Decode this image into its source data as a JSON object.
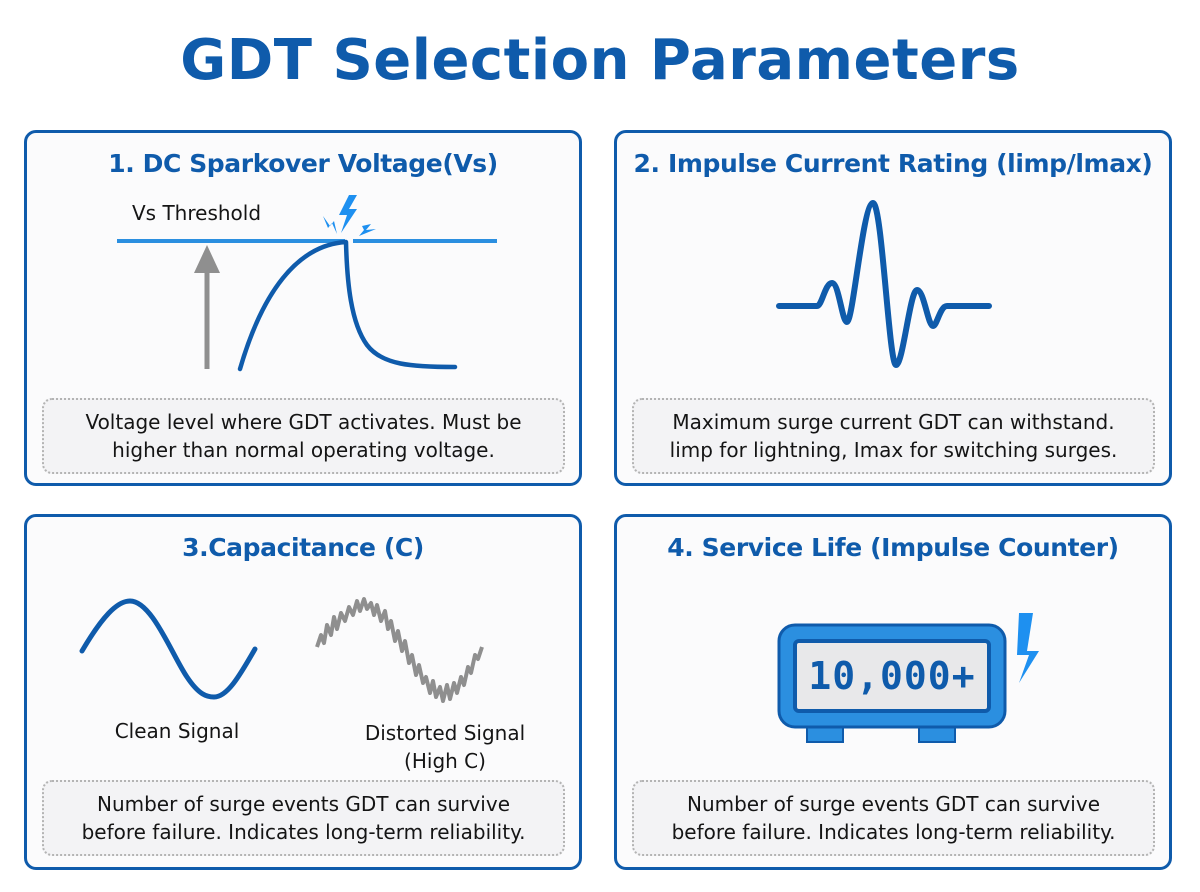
{
  "title": "GDT Selection Parameters",
  "colors": {
    "primary_blue": "#0f5bab",
    "light_blue": "#2b8fe0",
    "bolt_blue": "#1e90f0",
    "gray": "#8f8f8f",
    "desc_bg": "#f3f3f5"
  },
  "cards": [
    {
      "title": "1. DC Sparkover Voltage(Vs)",
      "figure": {
        "type": "sparkover-curve",
        "threshold_label": "Vs Threshold",
        "icons": [
          "spark-bolt-icon",
          "up-arrow-icon"
        ]
      },
      "description": [
        "Voltage level where GDT activates. Must be",
        "higher than normal operating voltage."
      ]
    },
    {
      "title": "2. Impulse Current Rating (limp/lmax)",
      "figure": {
        "type": "impulse-waveform"
      },
      "description": [
        "Maximum surge current GDT can withstand.",
        "limp for lightning, Imax for switching surges."
      ]
    },
    {
      "title": "3.Capacitance (C)",
      "figure": {
        "type": "signal-comparison",
        "clean_label": "Clean Signal",
        "distorted_label_line1": "Distorted Signal",
        "distorted_label_line2": "(High C)"
      },
      "description": [
        "Number of surge events GDT can survive",
        "before failure. Indicates long-term reliability."
      ]
    },
    {
      "title": "4. Service Life (Impulse Counter)",
      "figure": {
        "type": "counter-display",
        "counter_value": "10,000+",
        "icons": [
          "lightning-bolt-icon"
        ]
      },
      "description": [
        "Number of surge events GDT can survive",
        "before failure. Indicates long-term reliability."
      ]
    }
  ]
}
